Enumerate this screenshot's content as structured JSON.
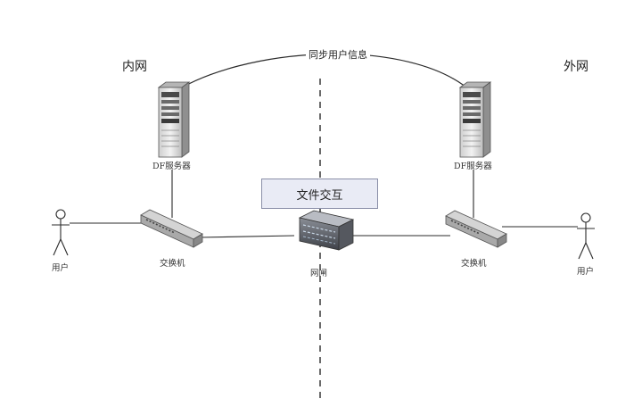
{
  "zones": {
    "inner": "内网",
    "outer": "外网"
  },
  "sync_label": "同步用户信息",
  "file_exchange": "文件交互",
  "left_server": {
    "label": "DF服务器"
  },
  "right_server": {
    "label": "DF服务器"
  },
  "left_switch": {
    "label": "交换机"
  },
  "right_switch": {
    "label": "交换机"
  },
  "gateway": {
    "label": "网闸"
  },
  "left_user": {
    "label": "用户"
  },
  "right_user": {
    "label": "用户"
  },
  "colors": {
    "line": "#2b2b2b",
    "box_fill": "#e9ebf5",
    "box_border": "#8a8fa8",
    "device_grey": "#9a9a9a"
  }
}
